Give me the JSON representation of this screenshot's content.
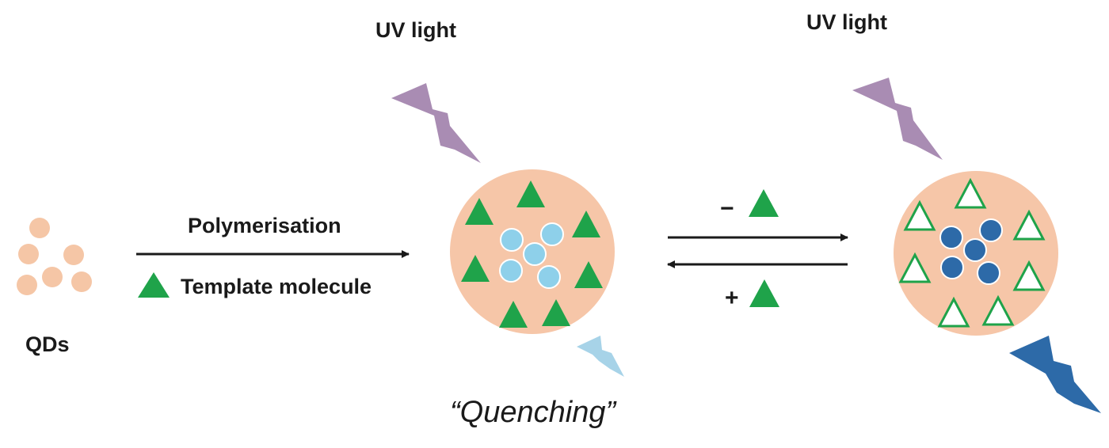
{
  "labels": {
    "qds": "QDs",
    "polymerisation": "Polymerisation",
    "template_molecule": "Template molecule",
    "uv_light_left": "UV light",
    "uv_light_right": "UV light",
    "quenching": "“Quenching”",
    "minus_sign": "−",
    "plus_sign": "+"
  },
  "colors": {
    "qd_dot": "#f5c6a6",
    "mip_particle": "#f6c6a8",
    "template_triangle": "#1fa34a",
    "qd_quenched": "#8ed0ea",
    "qd_emitting": "#2d6aa8",
    "uv_bolt": "#a98cb3",
    "emission_bolt_weak": "#a7d3e8",
    "emission_bolt_strong": "#2d6aa8",
    "arrow": "#1a1a1a"
  },
  "icons": [
    "uv-lightning-icon",
    "emission-lightning-icon",
    "template-triangle-icon",
    "qd-dot-icon"
  ]
}
